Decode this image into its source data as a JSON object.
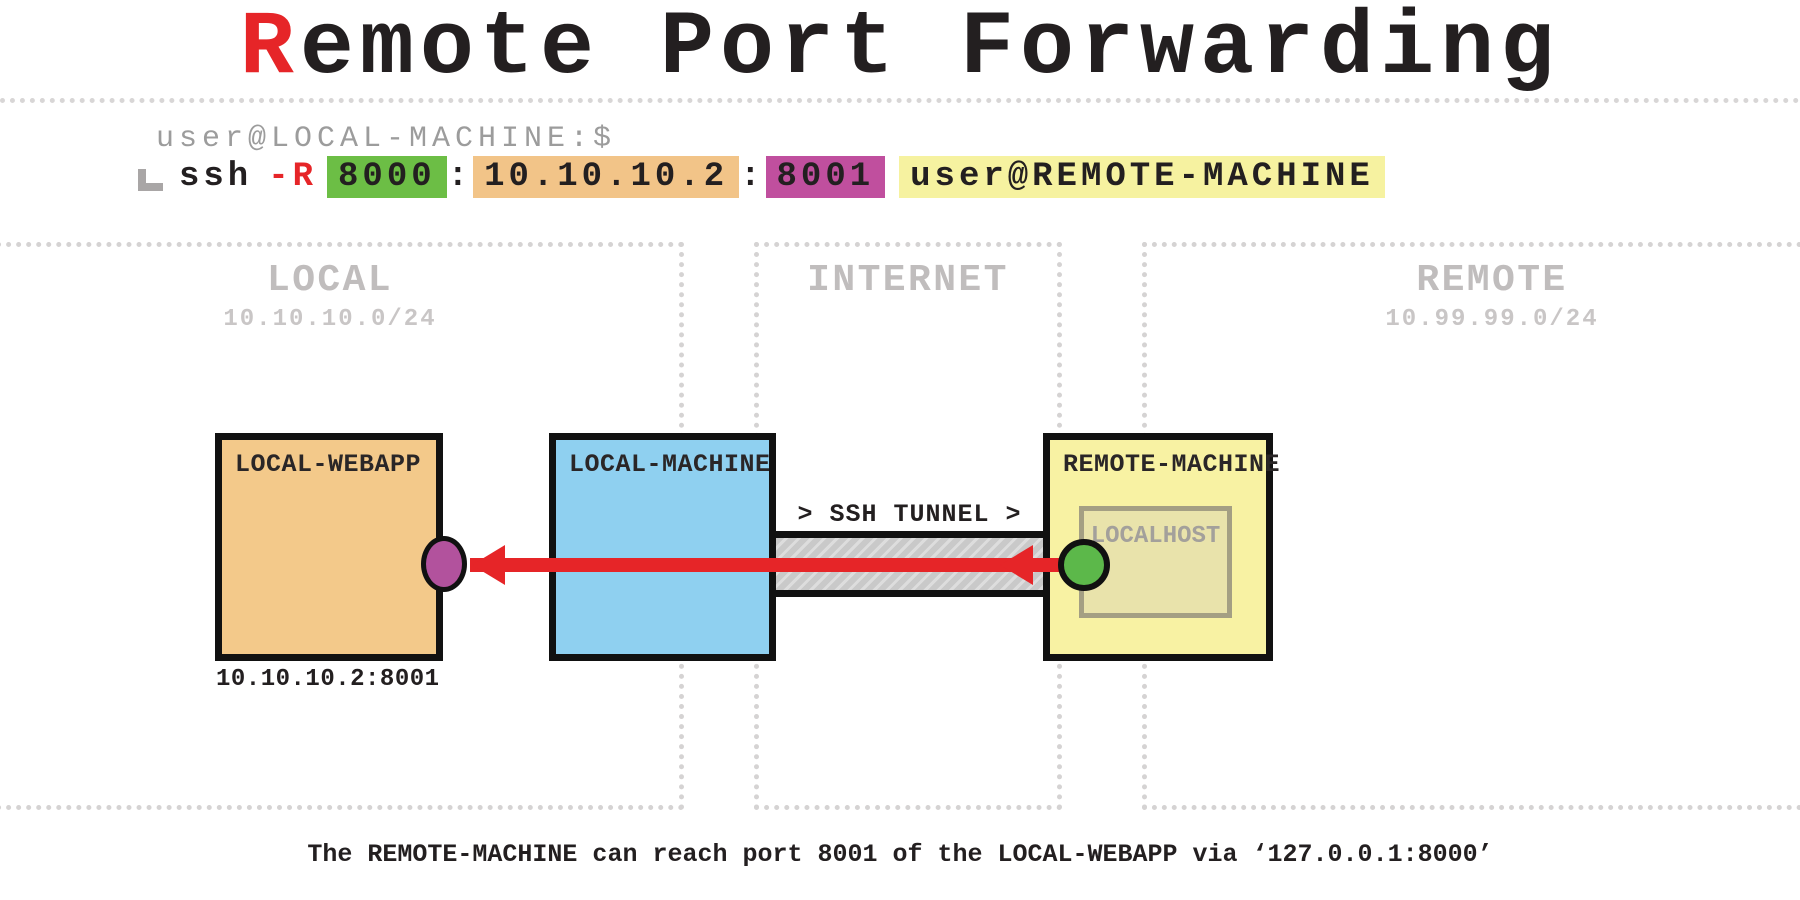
{
  "title": {
    "highlight": "R",
    "rest": "emote Port Forwarding"
  },
  "terminal": {
    "prompt": "user@LOCAL-MACHINE:$",
    "return_glyph": "∟",
    "command": {
      "binary": "ssh",
      "flag": "-R",
      "remote_port": "8000",
      "separator1": ":",
      "destination_host": "10.10.10.2",
      "separator2": ":",
      "destination_port": "8001",
      "ssh_target": "user@REMOTE-MACHINE"
    }
  },
  "zones": {
    "local": {
      "name": "LOCAL",
      "subnet": "10.10.10.0/24"
    },
    "internet": {
      "name": "INTERNET"
    },
    "remote": {
      "name": "REMOTE",
      "subnet": "10.99.99.0/24"
    }
  },
  "nodes": {
    "local_webapp": {
      "label": "LOCAL-WEBAPP",
      "address": "10.10.10.2:8001"
    },
    "local_machine": {
      "label": "LOCAL-MACHINE"
    },
    "remote_machine": {
      "label": "REMOTE-MACHINE",
      "localhost": "LOCALHOST"
    }
  },
  "tunnel": {
    "label": "> SSH TUNNEL >"
  },
  "caption": "The REMOTE-MACHINE can reach port 8001 of the LOCAL-WEBAPP via ‘127.0.0.1:8000’",
  "colors": {
    "accent_red": "#e62528",
    "highlight_green": "#6cbe45",
    "highlight_orange": "#f2c488",
    "highlight_purple": "#c04f9e",
    "highlight_yellow": "#f6f2a0",
    "box_orange": "#f3c98a",
    "box_blue": "#8fd0f0",
    "box_yellow": "#f8f2a3",
    "localhost_fill": "#e9e3ab",
    "tunnel_gray": "#c9c9c9",
    "port_green": "#5cb84a",
    "port_purple": "#b2529d",
    "zone_label_gray": "#c0bdbd",
    "prompt_gray": "#9c9c9c"
  }
}
